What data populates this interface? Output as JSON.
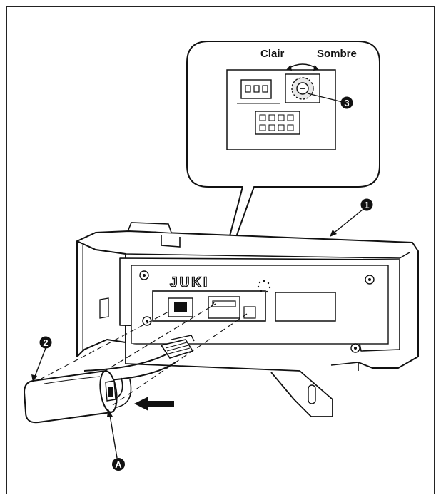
{
  "diagram": {
    "labels": {
      "light": "Clair",
      "dark": "Sombre"
    },
    "brand": "JUKI",
    "callouts": {
      "panel": "1",
      "cover": "2",
      "knob": "3",
      "tab": "A"
    },
    "colors": {
      "ink": "#111111",
      "paper": "#ffffff",
      "shade": "#e8e8e8"
    }
  }
}
